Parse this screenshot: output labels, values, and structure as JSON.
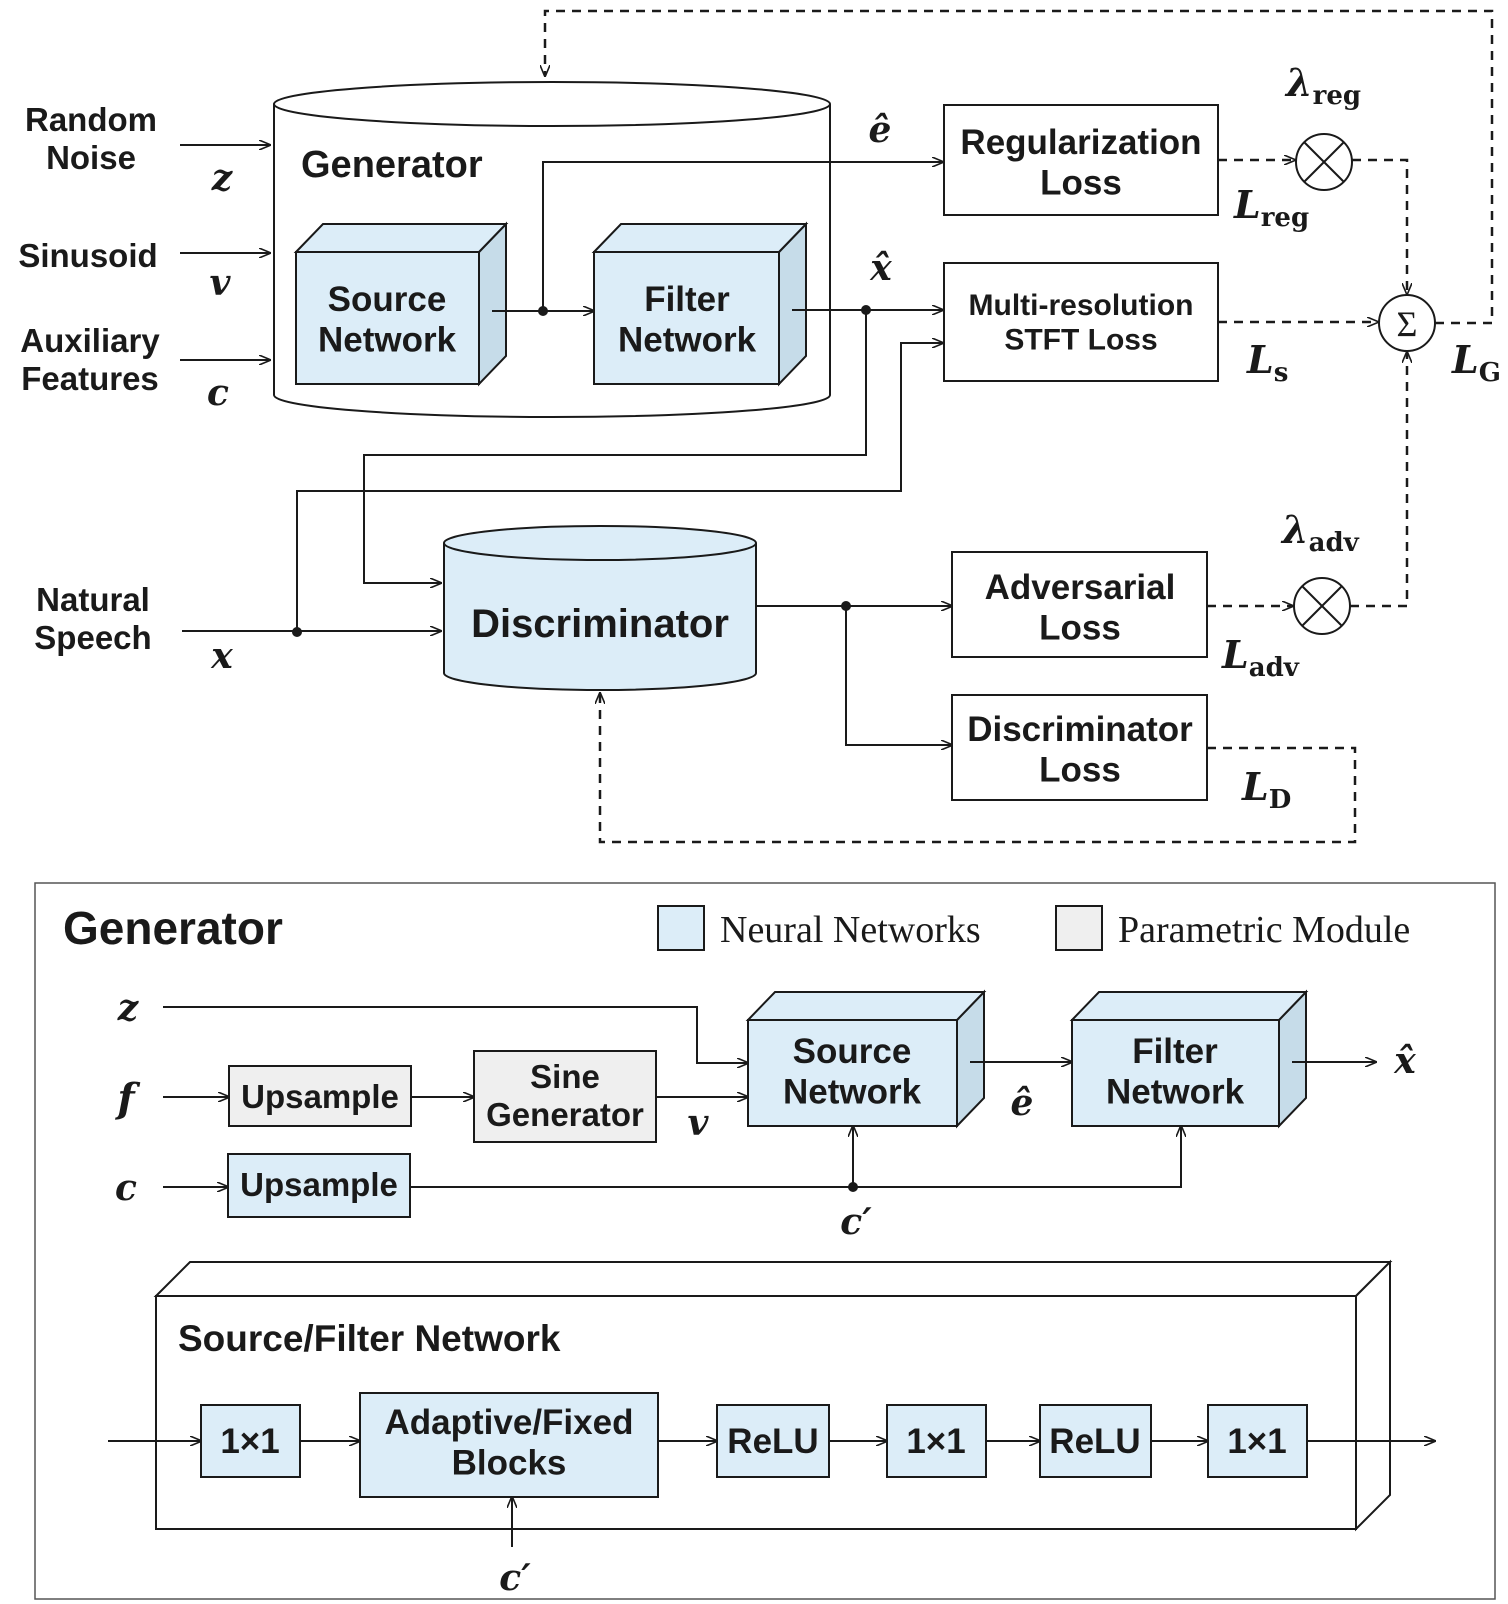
{
  "inputs": {
    "random_noise": "Random\nNoise",
    "sinusoid": "Sinusoid",
    "auxiliary_features": "Auxiliary\nFeatures",
    "natural_speech": "Natural\nSpeech"
  },
  "symbols": {
    "z": "z",
    "v": "v",
    "c": "c",
    "x": "x",
    "x_hat": "x̂",
    "e_hat": "ê",
    "f": "f",
    "c_prime": "c′",
    "lambda_reg": "λ",
    "lambda_reg_sub": "reg",
    "lambda_adv": "λ",
    "lambda_adv_sub": "adv",
    "L_reg": "L",
    "L_reg_sub": "reg",
    "L_s": "L",
    "L_s_sub": "s",
    "L_G": "L",
    "L_G_sub": "G",
    "L_adv": "L",
    "L_adv_sub": "adv",
    "L_D": "L",
    "L_D_sub": "D",
    "otimes": "⊗",
    "sigma": "Σ"
  },
  "generator": {
    "title": "Generator",
    "source_network": "Source\nNetwork",
    "filter_network": "Filter\nNetwork"
  },
  "discriminator": {
    "title": "Discriminator"
  },
  "losses": {
    "regularization": "Regularization\nLoss",
    "stft": "Multi-resolution\nSTFT Loss",
    "adversarial": "Adversarial\nLoss",
    "discriminator": "Discriminator\nLoss"
  },
  "detail": {
    "title": "Generator",
    "legend": {
      "neural": "Neural Networks",
      "parametric": "Parametric Module"
    },
    "upsample_f": "Upsample",
    "sine_generator": "Sine\nGenerator",
    "upsample_c": "Upsample",
    "source_network": "Source\nNetwork",
    "filter_network": "Filter\nNetwork"
  },
  "sf_network": {
    "title": "Source/Filter Network",
    "blocks": [
      "1×1",
      "Adaptive/Fixed\nBlocks",
      "ReLU",
      "1×1",
      "ReLU",
      "1×1"
    ]
  },
  "colors": {
    "neural": "#dcedf8",
    "parametric": "#efefef"
  }
}
